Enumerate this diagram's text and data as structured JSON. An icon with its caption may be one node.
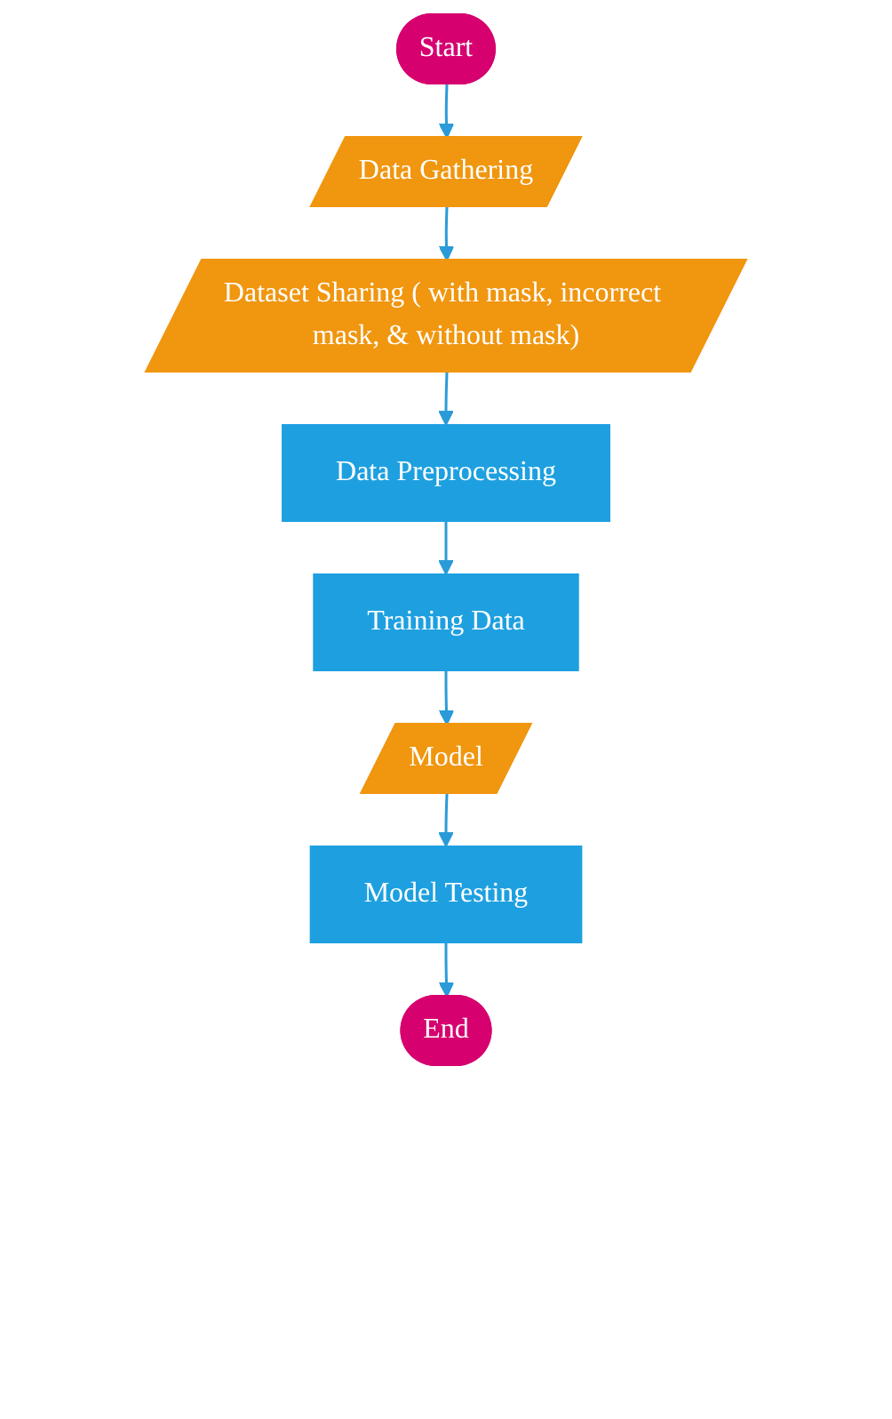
{
  "diagram": {
    "nodes": [
      {
        "text": [
          "Start"
        ]
      },
      {
        "text": [
          "Data Gathering"
        ]
      },
      {
        "text": [
          "Dataset Sharing ( with mask, incorrect mask, & without mask)"
        ]
      },
      {
        "text": [
          "Data Preprocessing"
        ]
      },
      {
        "text": [
          "Training Data"
        ]
      },
      {
        "text": [
          "Model"
        ]
      },
      {
        "text": [
          "Model Testing"
        ]
      },
      {
        "text": [
          "End"
        ]
      }
    ],
    "edges": [
      {
        "from": 0,
        "to": 1,
        "arrow": "to"
      },
      {
        "from": 1,
        "to": 2,
        "arrow": "to"
      },
      {
        "from": 2,
        "to": 3,
        "arrow": "to"
      },
      {
        "from": 3,
        "to": 4,
        "arrow": "to"
      },
      {
        "from": 4,
        "to": 5,
        "arrow": "to"
      },
      {
        "from": 5,
        "to": 6,
        "arrow": "to"
      },
      {
        "from": 6,
        "to": 7,
        "arrow": "to"
      }
    ]
  }
}
